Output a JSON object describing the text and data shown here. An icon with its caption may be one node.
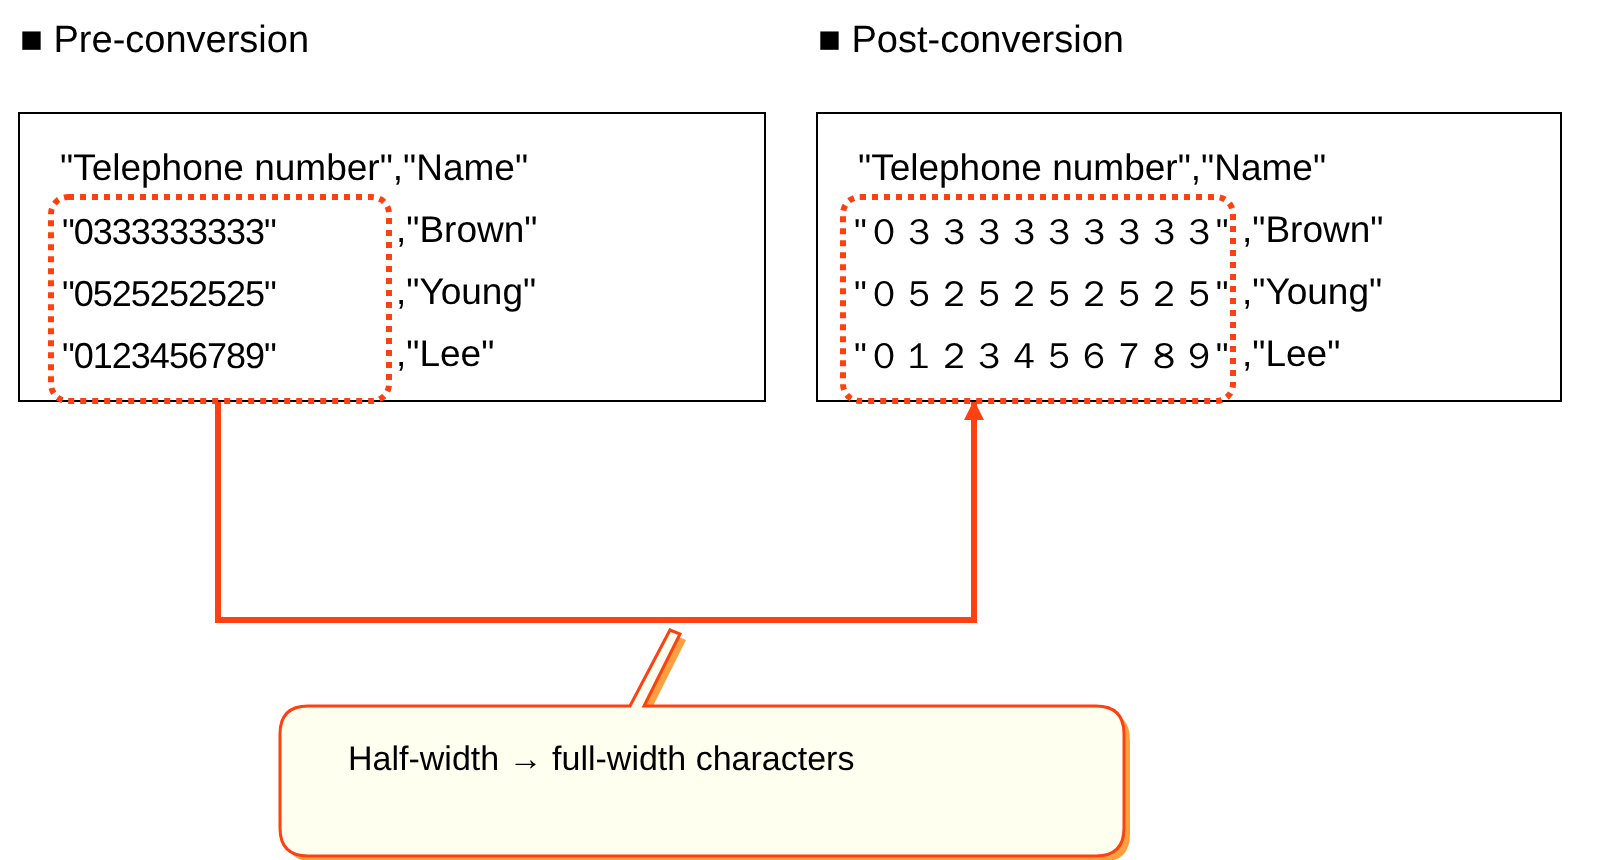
{
  "diagram": {
    "nodes": [
      {
        "text": [
          "■ Pre-conversion",
          "\"Telephone number\",\"Name\"",
          ",\"Brown\"",
          ",\"Young\"",
          ",\"Lee\""
        ]
      },
      {
        "text": [
          "\"0333333333\"",
          "\"0525252525\"",
          "\"0123456789\""
        ],
        "in": 0
      },
      {
        "text": [
          "■ Post-conversion",
          "\"Telephone number\",\"Name\"",
          ",\"Brown\"",
          ",\"Young\"",
          ",\"Lee\""
        ]
      },
      {
        "text": [
          "\"０３３３３３３３３３\"",
          "\"０５２５２５２５２５\"",
          "\"０１２３４５６７８９\""
        ],
        "in": 2
      },
      {
        "text": [
          "Half-width → full-width characters"
        ]
      }
    ],
    "edges": [
      {
        "from": 1,
        "to": 3,
        "arrow": "to"
      }
    ]
  }
}
